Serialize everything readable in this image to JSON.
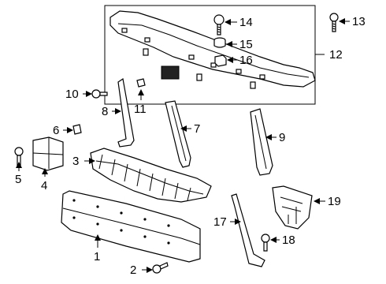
{
  "diagram": {
    "callouts": {
      "c1": "1",
      "c2": "2",
      "c3": "3",
      "c4": "4",
      "c5": "5",
      "c6": "6",
      "c7": "7",
      "c8": "8",
      "c9": "9",
      "c10": "10",
      "c11": "11",
      "c12": "12",
      "c13": "13",
      "c14": "14",
      "c15": "15",
      "c16": "16",
      "c17": "17",
      "c18": "18",
      "c19": "19"
    },
    "parts": [
      {
        "callout": "1",
        "icon": "impact-bar-icon"
      },
      {
        "callout": "2",
        "icon": "bolt-icon"
      },
      {
        "callout": "3",
        "icon": "energy-absorber-icon"
      },
      {
        "callout": "4",
        "icon": "bracket-block-icon"
      },
      {
        "callout": "5",
        "icon": "bolt-icon"
      },
      {
        "callout": "6",
        "icon": "clip-icon"
      },
      {
        "callout": "7",
        "icon": "support-bracket-icon"
      },
      {
        "callout": "8",
        "icon": "support-bracket-icon"
      },
      {
        "callout": "9",
        "icon": "support-bracket-icon"
      },
      {
        "callout": "10",
        "icon": "bolt-icon"
      },
      {
        "callout": "11",
        "icon": "clip-icon"
      },
      {
        "callout": "12",
        "icon": "upper-reinforcement-icon"
      },
      {
        "callout": "13",
        "icon": "bolt-icon"
      },
      {
        "callout": "14",
        "icon": "bolt-icon"
      },
      {
        "callout": "15",
        "icon": "grommet-icon"
      },
      {
        "callout": "16",
        "icon": "clip-icon"
      },
      {
        "callout": "17",
        "icon": "brace-icon"
      },
      {
        "callout": "18",
        "icon": "bolt-icon"
      },
      {
        "callout": "19",
        "icon": "side-bracket-icon"
      }
    ],
    "colors": {
      "line": "#000000",
      "background": "#ffffff"
    }
  }
}
